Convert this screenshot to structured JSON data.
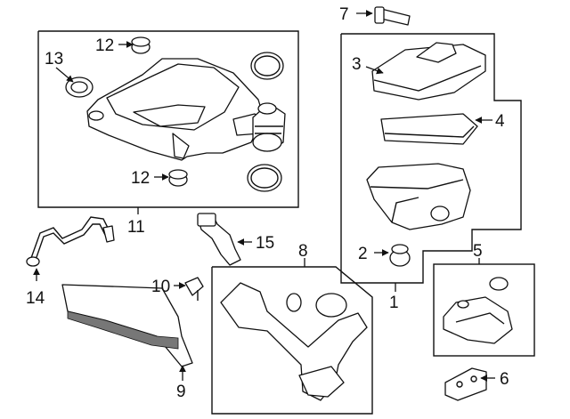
{
  "callouts": {
    "c1": "1",
    "c2": "2",
    "c3": "3",
    "c4": "4",
    "c5": "5",
    "c6": "6",
    "c7": "7",
    "c8": "8",
    "c9": "9",
    "c10": "10",
    "c11": "11",
    "c12a": "12",
    "c12b": "12",
    "c13": "13",
    "c14": "14",
    "c15": "15"
  }
}
